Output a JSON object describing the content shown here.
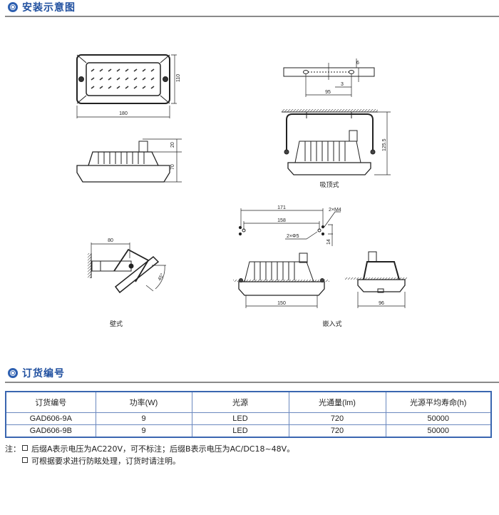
{
  "sections": {
    "install": "安装示意图",
    "order": "订货编号"
  },
  "drawings": {
    "front": {
      "width": "180",
      "height": "110"
    },
    "side": {
      "top": "20",
      "body": "70"
    },
    "ceiling": {
      "bracket_gap": "6",
      "bracket_offset": "3",
      "hole_spacing": "95",
      "height": "125.5",
      "label": "吸顶式"
    },
    "embedded": {
      "outer": "171",
      "inner": "158",
      "screw": "2×M4",
      "hole": "2×Φ5",
      "offset": "14",
      "length": "150",
      "width": "96",
      "label": "嵌入式"
    },
    "wall": {
      "arm": "80",
      "angle": "45°",
      "label": "壁式"
    }
  },
  "table": {
    "headers": [
      "订货编号",
      "功率(W)",
      "光源",
      "光通量(lm)",
      "光源平均寿命(h)"
    ],
    "rows": [
      [
        "GAD606-9A",
        "9",
        "LED",
        "720",
        "50000"
      ],
      [
        "GAD606-9B",
        "9",
        "LED",
        "720",
        "50000"
      ]
    ]
  },
  "notes": {
    "prefix": "注：",
    "items": [
      "后缀A表示电压为AC220V，可不标注；后缀B表示电压为AC/DC18~48V。",
      "可根据要求进行防眩处理，订货时请注明。"
    ]
  }
}
